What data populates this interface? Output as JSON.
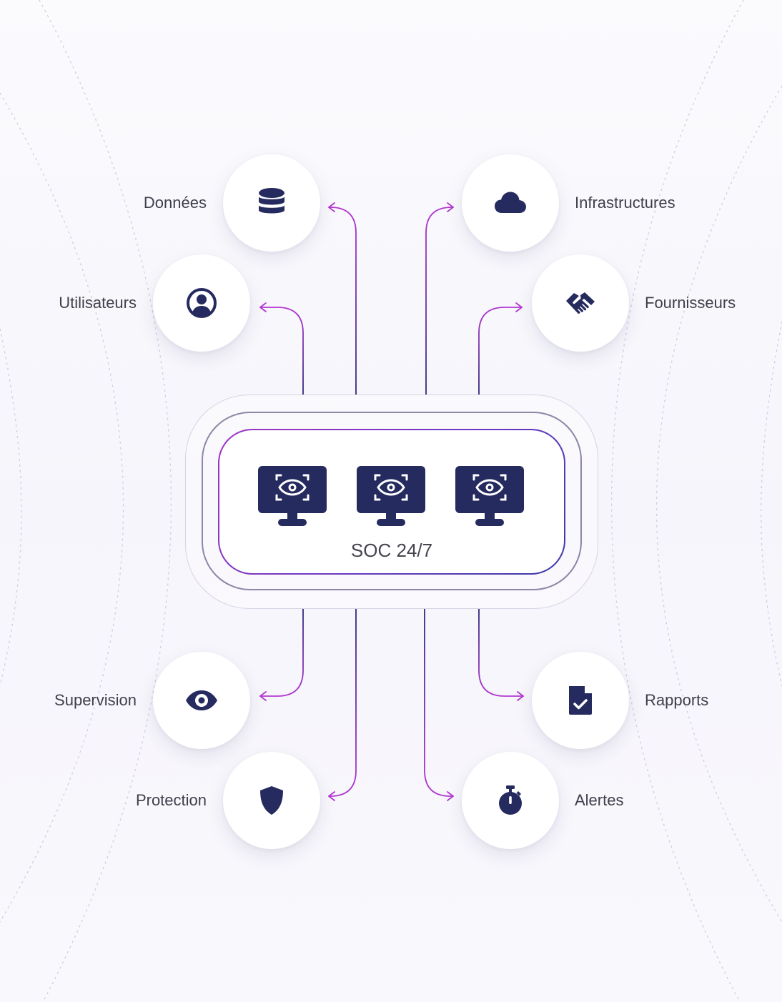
{
  "center": {
    "label": "SOC 24/7",
    "icon": "monitor-eye-icon",
    "monitor_count": 3
  },
  "nodes": [
    {
      "id": "donnees",
      "label": "Données",
      "icon": "database-icon"
    },
    {
      "id": "infrastructures",
      "label": "Infrastructures",
      "icon": "cloud-icon"
    },
    {
      "id": "utilisateurs",
      "label": "Utilisateurs",
      "icon": "user-circle-icon"
    },
    {
      "id": "fournisseurs",
      "label": "Fournisseurs",
      "icon": "handshake-icon"
    },
    {
      "id": "supervision",
      "label": "Supervision",
      "icon": "eye-icon"
    },
    {
      "id": "rapports",
      "label": "Rapports",
      "icon": "file-check-icon"
    },
    {
      "id": "protection",
      "label": "Protection",
      "icon": "shield-icon"
    },
    {
      "id": "alertes",
      "label": "Alertes",
      "icon": "stopwatch-icon"
    }
  ],
  "colors": {
    "icon": "#262b5f",
    "connector_start": "#2f2a7a",
    "connector_end": "#b238d0"
  }
}
